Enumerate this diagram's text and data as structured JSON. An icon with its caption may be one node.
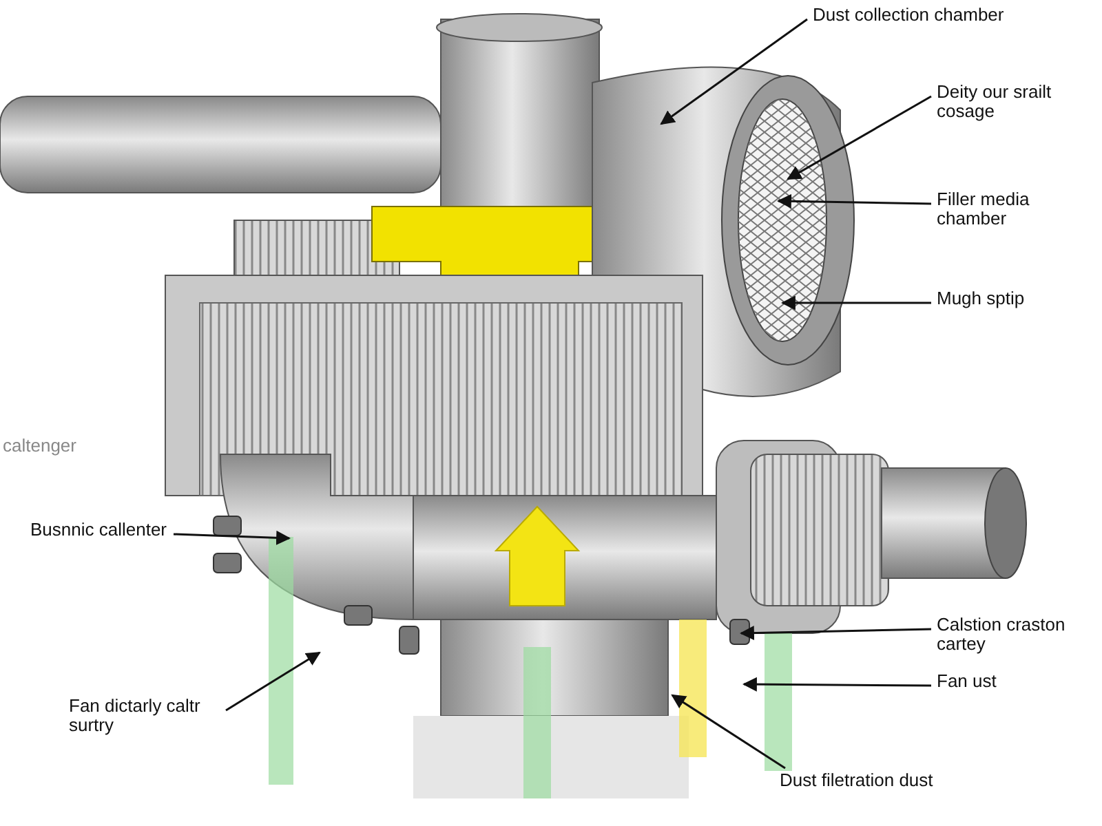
{
  "diagram": {
    "nodes": [
      {
        "text": [
          "Dust collection chamber"
        ]
      },
      {
        "text": [
          "Deity our srailt cosage"
        ]
      },
      {
        "text": [
          "Filler media chamber"
        ]
      },
      {
        "text": [
          "Mugh sptip"
        ]
      },
      {
        "text": [
          "Busnnic callenter"
        ]
      },
      {
        "text": [
          "Fan dictarly caltr surtry"
        ]
      },
      {
        "text": [
          "Calstion craston cartey"
        ]
      },
      {
        "text": [
          "Fan ust"
        ]
      },
      {
        "text": [
          "Dust filetration dust"
        ]
      }
    ],
    "edges": [
      {
        "from": 0,
        "to": null,
        "arrow": "to"
      },
      {
        "from": 1,
        "to": null,
        "arrow": "to"
      },
      {
        "from": 2,
        "to": null,
        "arrow": "to"
      },
      {
        "from": 3,
        "to": null,
        "arrow": "to"
      },
      {
        "from": 4,
        "to": null,
        "arrow": "to"
      },
      {
        "from": 5,
        "to": null,
        "arrow": "to"
      },
      {
        "from": 6,
        "to": null,
        "arrow": "to"
      },
      {
        "from": 7,
        "to": null,
        "arrow": "to"
      },
      {
        "from": 8,
        "to": null,
        "arrow": "to"
      }
    ],
    "labels": [
      "caltenger"
    ]
  }
}
